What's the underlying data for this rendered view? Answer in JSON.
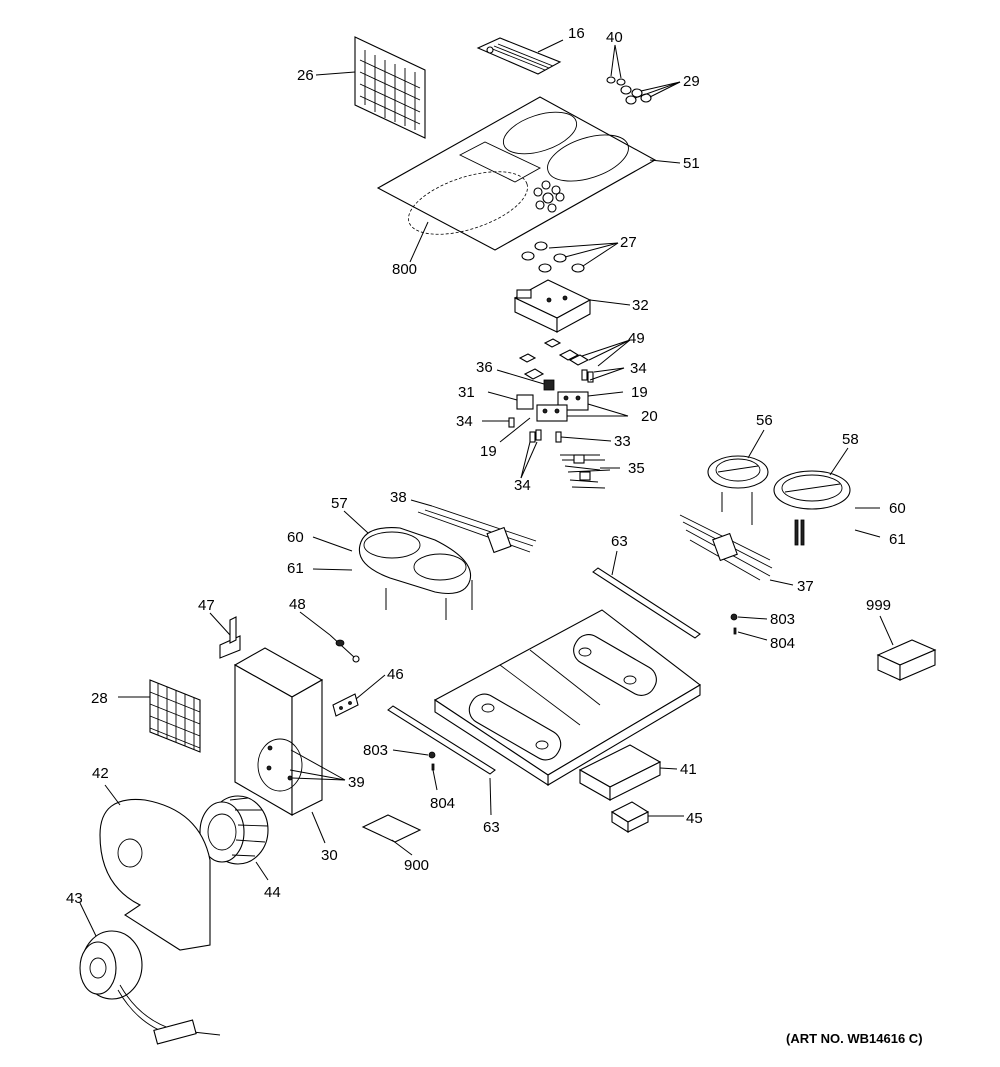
{
  "art_number": "(ART NO. WB14616 C)",
  "callouts": {
    "c16": "16",
    "c40": "40",
    "c29": "29",
    "c26": "26",
    "c51": "51",
    "c800": "800",
    "c27": "27",
    "c32": "32",
    "c49": "49",
    "c36": "36",
    "c34a": "34",
    "c31": "31",
    "c19a": "19",
    "c34b": "34",
    "c20": "20",
    "c19b": "19",
    "c33": "33",
    "c35": "35",
    "c34c": "34",
    "c56": "56",
    "c58": "58",
    "c38": "38",
    "c57": "57",
    "c60a": "60",
    "c60b": "60",
    "c61a": "61",
    "c61b": "61",
    "c63a": "63",
    "c37": "37",
    "c47": "47",
    "c48": "48",
    "c803a": "803",
    "c804a": "804",
    "c999": "999",
    "c46": "46",
    "c28": "28",
    "c42": "42",
    "c39": "39",
    "c803b": "803",
    "c804b": "804",
    "c41": "41",
    "c63b": "63",
    "c45": "45",
    "c30": "30",
    "c44": "44",
    "c900": "900",
    "c43": "43"
  }
}
